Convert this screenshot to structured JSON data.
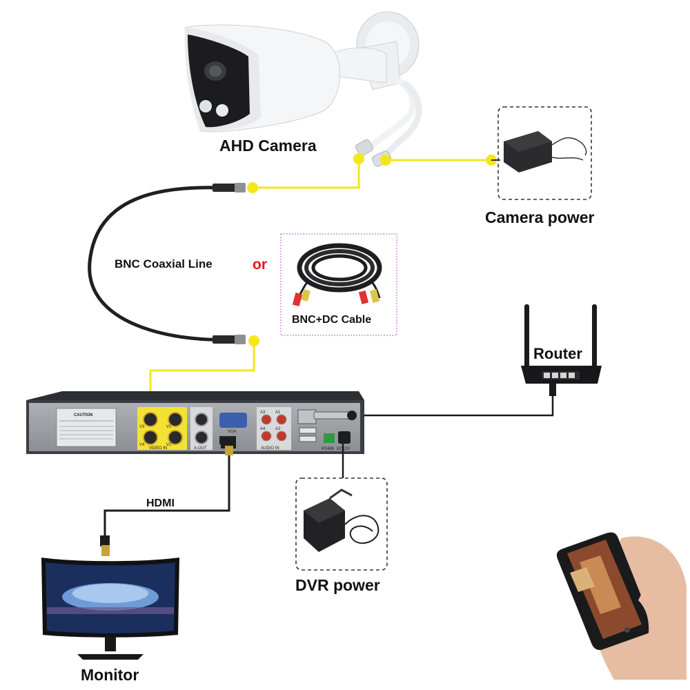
{
  "labels": {
    "ahd_camera": "AHD Camera",
    "camera_power": "Camera power",
    "bnc_coaxial_line": "BNC Coaxial Line",
    "or": "or",
    "bnc_dc_cable": "BNC+DC Cable",
    "router": "Router",
    "hdmi": "HDMI",
    "dvr_power": "DVR power",
    "monitor": "Monitor"
  },
  "dvr_panel": {
    "caution": "CAUTION",
    "video_in": "VIDEO IN",
    "a_out": "A-OUT",
    "vga": "VGA",
    "audio_in": "AUDIO IN",
    "rs485": "RS485",
    "dc12v": "DC12V",
    "ports": [
      "V3",
      "V1",
      "V4",
      "V2"
    ],
    "audio_ports": [
      "A3",
      "A1",
      "A4",
      "A2"
    ]
  },
  "colors": {
    "connector_line": "#f5e61a",
    "cable": "#1a1a1a",
    "or_text": "#e8141a",
    "dashed_box": "#333333",
    "dotted_box": "#c85ac8"
  }
}
